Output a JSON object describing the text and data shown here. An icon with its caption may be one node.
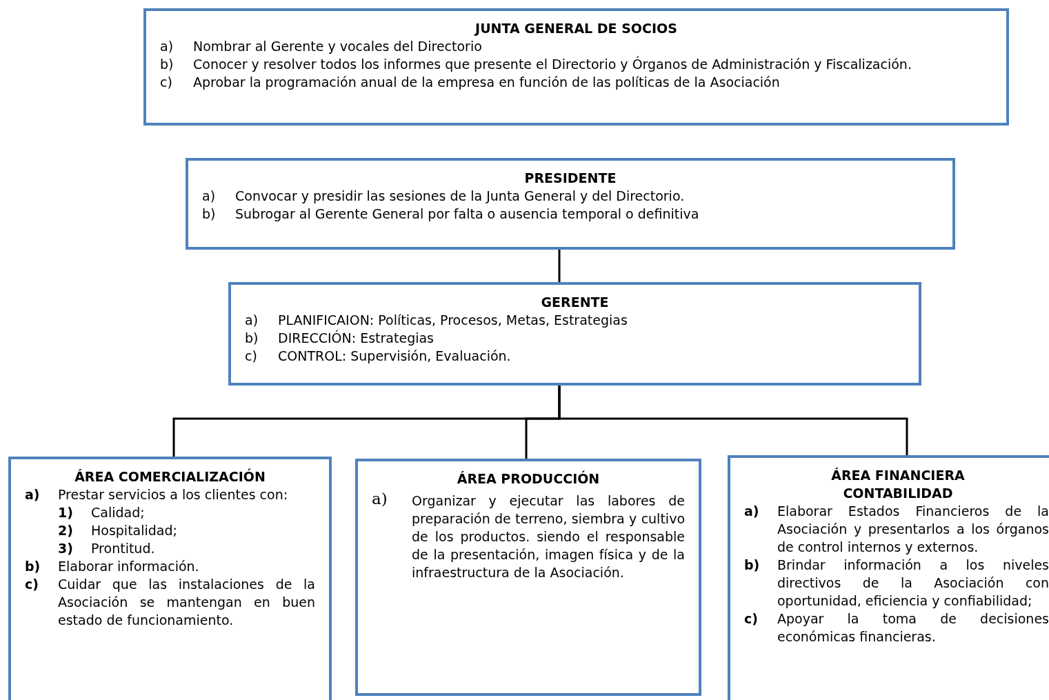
{
  "diagram": {
    "nodes": [
      {
        "text": [
          "JUNTA GENERAL DE SOCIOS",
          "a) Nombrar al Gerente y vocales del Directorio",
          "b) Conocer y resolver todos los informes que presente el Directorio y Órganos de Administración y Fiscalización.",
          "c) Aprobar la programación anual de la empresa en función de las políticas de la Asociación"
        ]
      },
      {
        "text": [
          "PRESIDENTE",
          "a) Convocar y presidir las sesiones de la Junta General y del Directorio.",
          "b) Subrogar al Gerente General por falta o ausencia temporal o definitiva"
        ]
      },
      {
        "text": [
          "GERENTE",
          "a) PLANIFICAION: Políticas, Procesos, Metas, Estrategias",
          "b) DIRECCIÓN: Estrategias",
          "c) CONTROL: Supervisión, Evaluación."
        ]
      },
      {
        "text": [
          "ÁREA  COMERCIALIZACIÓN",
          "**a)** Prestar servicios a los clientes con:",
          "**1)** Calidad;",
          "**2)** Hospitalidad;",
          "**3)** Prontitud.",
          "**b)** Elaborar información.",
          "**c)** Cuidar que las instalaciones de la Asociación se mantengan en buen estado de funcionamiento."
        ]
      },
      {
        "text": [
          "ÁREA  PRODUCCIÓN",
          "a) Organizar y ejecutar las labores de preparación de terreno, siembra y cultivo de los productos. siendo el responsable de la presentación, imagen física y de la infraestructura de la Asociación."
        ]
      },
      {
        "text": [
          "ÁREA FINANCIERA CONTABILIDAD",
          "**a)** Elaborar Estados Financieros de la Asociación y presentarlos a los órganos de control internos y externos.",
          "**b)** Brindar información a los niveles directivos de la Asociación con oportunidad, eficiencia y confiabilidad;",
          "**c)** Apoyar la toma de decisiones económicas financieras."
        ]
      }
    ],
    "edges": [
      {
        "from": 1,
        "to": 2,
        "arrow": "none"
      },
      {
        "from": 2,
        "to": 3,
        "arrow": "none"
      },
      {
        "from": 2,
        "to": 4,
        "arrow": "none"
      },
      {
        "from": 2,
        "to": 5,
        "arrow": "none"
      }
    ]
  }
}
